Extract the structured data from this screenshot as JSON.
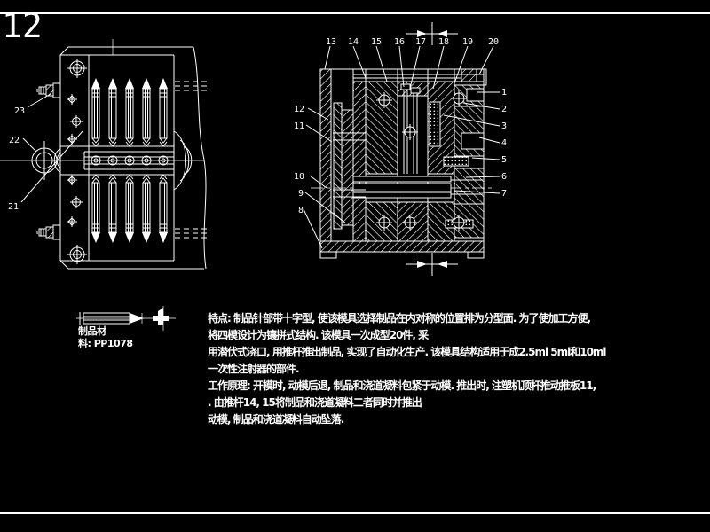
{
  "sheet": {
    "number": "12"
  },
  "colors": {
    "background": "#000000",
    "line": "#ffffff"
  },
  "left_view": {
    "balloons": [
      "21",
      "22",
      "23"
    ]
  },
  "section_view": {
    "top_balloons": [
      "13",
      "14",
      "15",
      "16",
      "17",
      "18",
      "19",
      "20"
    ],
    "right_balloons": [
      "1",
      "2",
      "3",
      "4",
      "5",
      "6",
      "7"
    ],
    "left_balloons": [
      "12",
      "11",
      "10",
      "9",
      "8"
    ]
  },
  "part": {
    "material_line1": "制品材",
    "material_line2": "料: PP1078"
  },
  "notes": {
    "lines": [
      "特点: 制品针部带十字型, 使该模具选择制品在内对称的位置排为分型面. 为了使加工方便,",
      "将四模设计为镶拼式结构. 该模具一次成型20件, 采",
      "用潜伏式浇口, 用推杆推出制品, 实现了自动化生产. 该模具结构适用于成2.5ml 5ml和10ml",
      "一次性注射器的部件.",
      "工作原理: 开模时, 动模后退, 制品和浇道凝料包紧于动模. 推出时, 注塑机顶杆推动推板11,",
      ". 由推杆14, 15将制品和浇道凝料二者同时并推出",
      "动模, 制品和浇道凝料自动坠落."
    ]
  }
}
